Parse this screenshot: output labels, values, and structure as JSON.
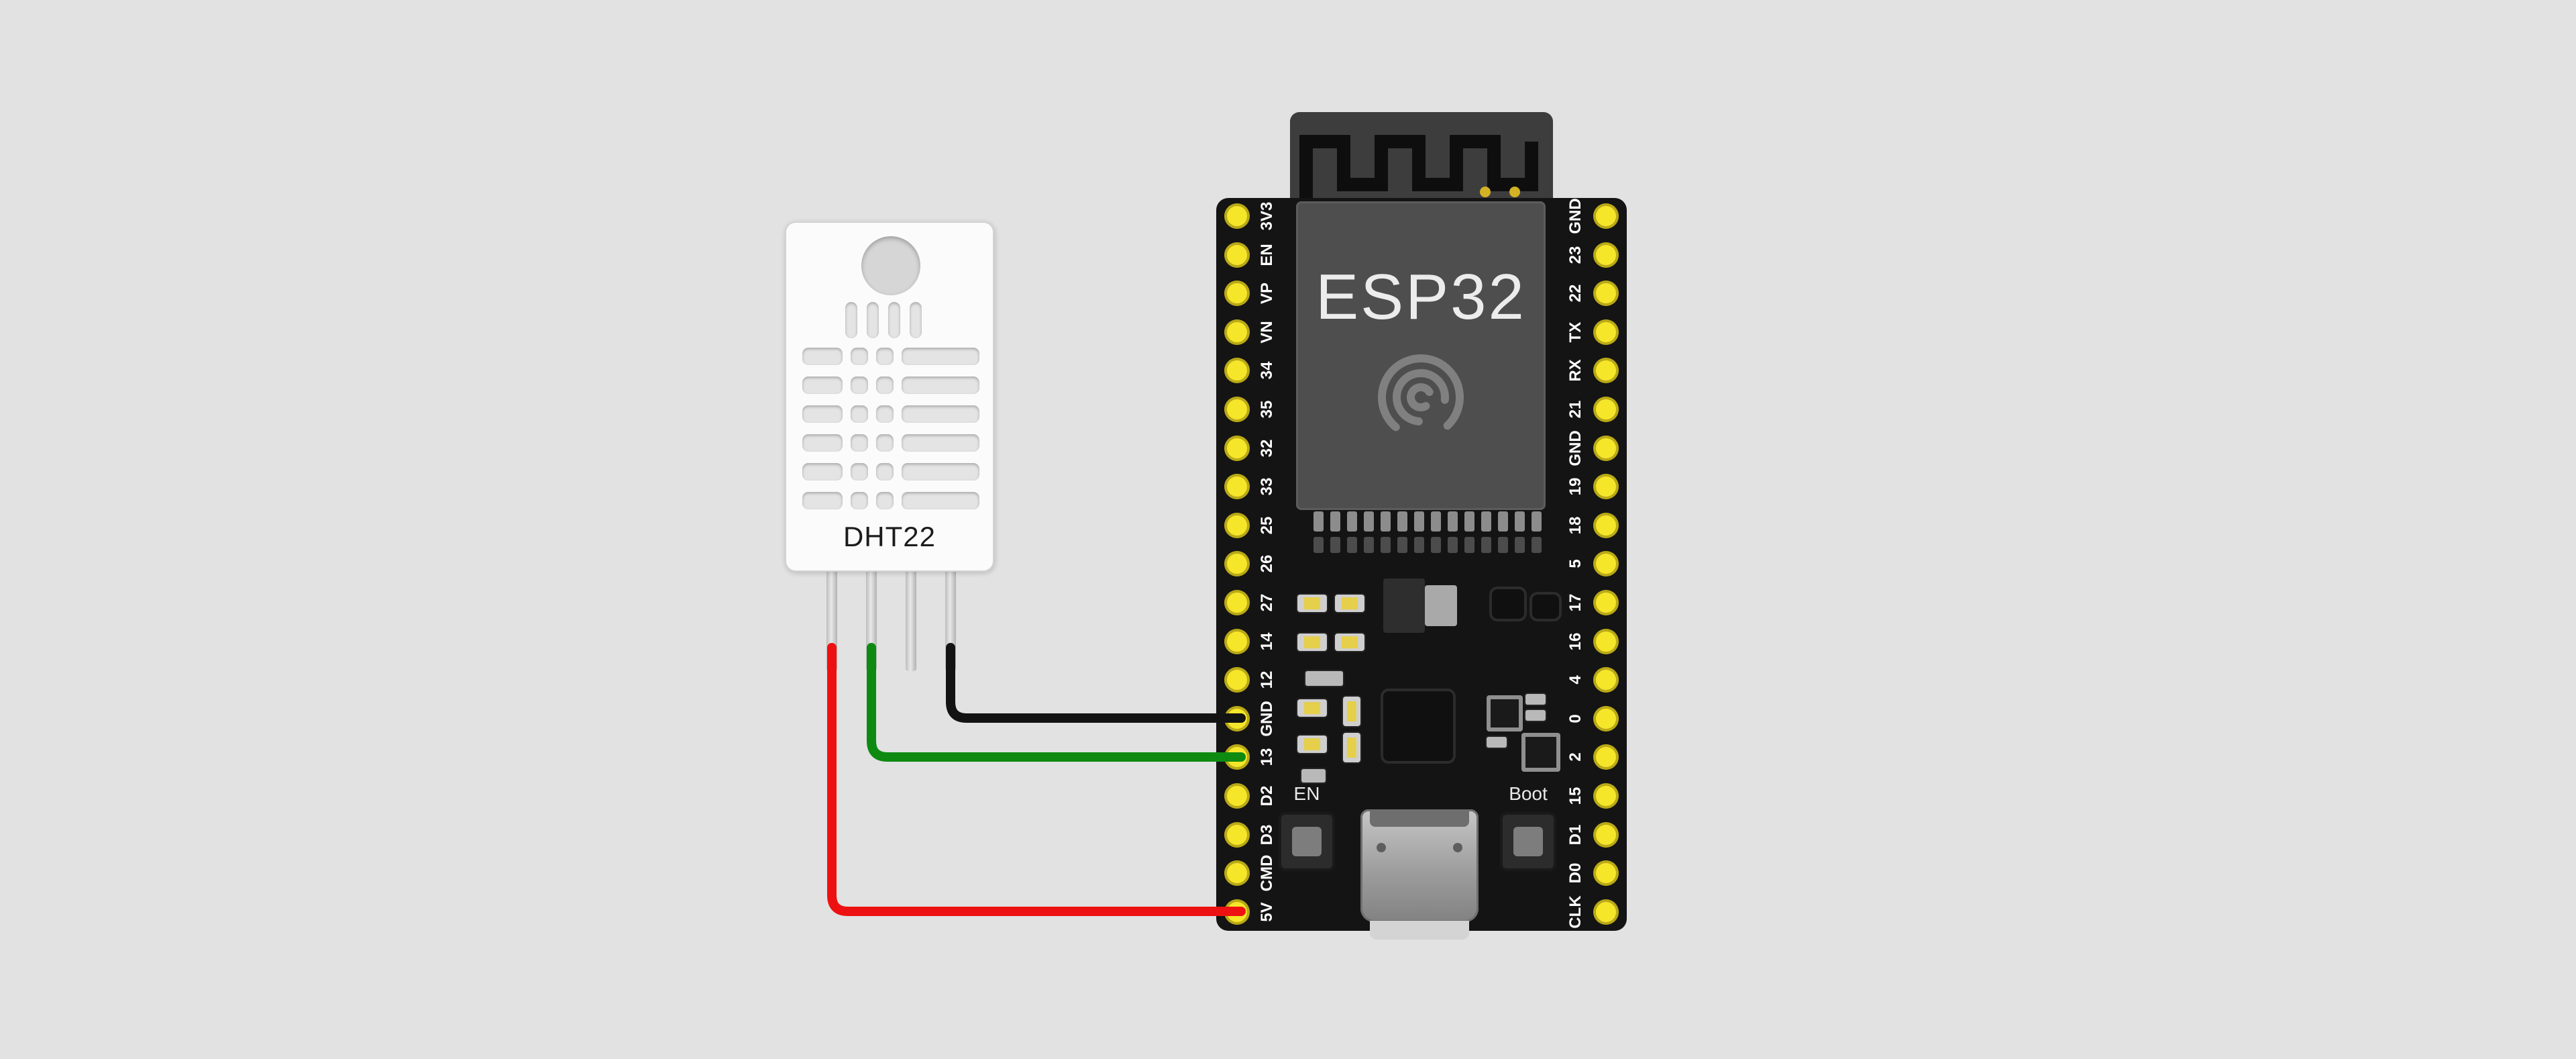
{
  "canvas": {
    "background": "#e2e2e2"
  },
  "dht22": {
    "label": "DHT22",
    "body_color": "#fbfbfb",
    "pin_count": 4
  },
  "esp32": {
    "module_label": "ESP32",
    "board_color": "#141414",
    "shield_color": "#4e4e4e",
    "pin_color": "#f6e62a",
    "en_button_label": "EN",
    "boot_button_label": "Boot",
    "left_pins": [
      "3V3",
      "EN",
      "VP",
      "VN",
      "34",
      "35",
      "32",
      "33",
      "25",
      "26",
      "27",
      "14",
      "12",
      "GND",
      "13",
      "D2",
      "D3",
      "CMD",
      "5V"
    ],
    "right_pins": [
      "GND",
      "23",
      "22",
      "TX",
      "RX",
      "21",
      "GND",
      "19",
      "18",
      "5",
      "17",
      "16",
      "4",
      "0",
      "2",
      "15",
      "D1",
      "D0",
      "CLK"
    ]
  },
  "wires": [
    {
      "name": "power",
      "color": "#ee1111",
      "from": "DHT22 pin 1",
      "to": "ESP32 5V"
    },
    {
      "name": "data",
      "color": "#0e8a10",
      "from": "DHT22 pin 2",
      "to": "ESP32 13"
    },
    {
      "name": "ground",
      "color": "#131313",
      "from": "DHT22 pin 4",
      "to": "ESP32 GND"
    }
  ]
}
